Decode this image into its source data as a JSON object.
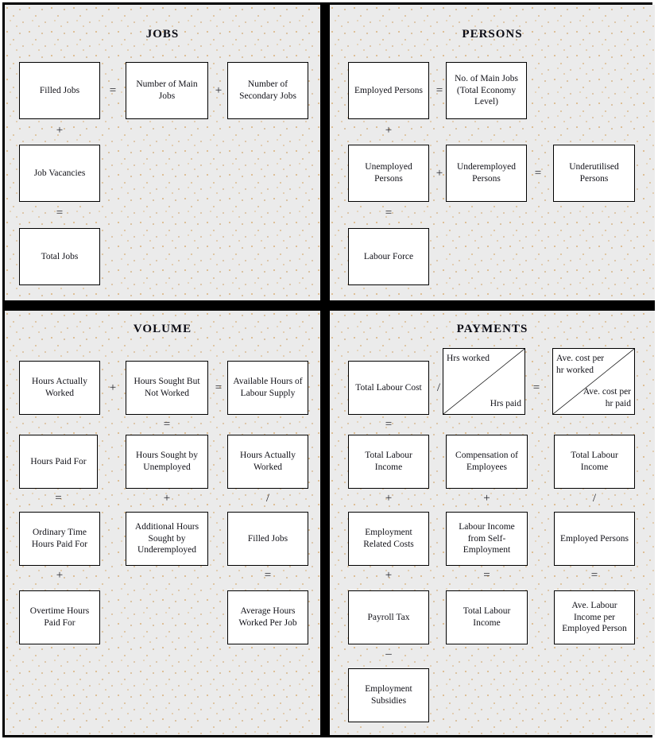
{
  "figure": {
    "type": "diagram",
    "style": {
      "background": "#ebebeb",
      "box_fill": "#ffffff",
      "line": "#000000",
      "dots": "#d8b07a"
    }
  },
  "quadrants": {
    "jobs": {
      "title": "JOBS",
      "boxes": [
        {
          "id": "filled-jobs",
          "label": "Filled Jobs"
        },
        {
          "id": "number-of-main-jobs",
          "label": "Number of Main Jobs"
        },
        {
          "id": "number-of-secondary-jobs",
          "label": "Number of Secondary Jobs"
        },
        {
          "id": "job-vacancies",
          "label": "Job Vacancies"
        },
        {
          "id": "total-jobs",
          "label": "Total Jobs"
        }
      ],
      "operators": [
        {
          "id": "eq-1",
          "symbol": "="
        },
        {
          "id": "plus-1",
          "symbol": "+"
        },
        {
          "id": "plus-2",
          "symbol": "+"
        },
        {
          "id": "eq-2",
          "symbol": "="
        }
      ]
    },
    "persons": {
      "title": "PERSONS",
      "boxes": [
        {
          "id": "employed-persons",
          "label": "Employed Persons"
        },
        {
          "id": "no-of-main-jobs-total-economy",
          "label": "No. of Main Jobs (Total Economy Level)"
        },
        {
          "id": "unemployed-persons",
          "label": "Unemployed Persons"
        },
        {
          "id": "underemployed-persons",
          "label": "Underemployed Persons"
        },
        {
          "id": "underutilised-persons",
          "label": "Underutilised Persons"
        },
        {
          "id": "labour-force",
          "label": "Labour Force"
        }
      ],
      "operators": [
        {
          "id": "eq-1",
          "symbol": "="
        },
        {
          "id": "plus-1",
          "symbol": "+"
        },
        {
          "id": "plus-2",
          "symbol": "+"
        },
        {
          "id": "eq-2",
          "symbol": "="
        },
        {
          "id": "eq-3",
          "symbol": "="
        }
      ]
    },
    "volume": {
      "title": "VOLUME",
      "boxes": [
        {
          "id": "hours-actually-worked",
          "label": "Hours Actually Worked"
        },
        {
          "id": "hours-sought-but-not-worked",
          "label": "Hours Sought But Not Worked"
        },
        {
          "id": "available-hours-of-labour-supply",
          "label": "Available Hours of Labour Supply"
        },
        {
          "id": "hours-paid-for",
          "label": "Hours Paid For"
        },
        {
          "id": "hours-sought-by-unemployed",
          "label": "Hours Sought by Unemployed"
        },
        {
          "id": "hours-actually-worked-2",
          "label": "Hours Actually Worked"
        },
        {
          "id": "ordinary-time-hours-paid-for",
          "label": "Ordinary Time Hours Paid For"
        },
        {
          "id": "additional-hours-sought-by-underemployed",
          "label": "Additional Hours Sought by Underemployed"
        },
        {
          "id": "filled-jobs",
          "label": "Filled Jobs"
        },
        {
          "id": "overtime-hours-paid-for",
          "label": "Overtime Hours Paid For"
        },
        {
          "id": "average-hours-worked-per-job",
          "label": "Average Hours Worked Per Job"
        }
      ],
      "operators": [
        {
          "id": "plus-1",
          "symbol": "+"
        },
        {
          "id": "eq-1",
          "symbol": "="
        },
        {
          "id": "eq-2",
          "symbol": "="
        },
        {
          "id": "eq-3",
          "symbol": "="
        },
        {
          "id": "plus-2",
          "symbol": "+"
        },
        {
          "id": "div-1",
          "symbol": "/"
        },
        {
          "id": "plus-3",
          "symbol": "+"
        },
        {
          "id": "eq-4",
          "symbol": "="
        }
      ]
    },
    "payments": {
      "title": "PAYMENTS",
      "boxes": [
        {
          "id": "total-labour-cost",
          "label": "Total Labour Cost"
        },
        {
          "id": "hrs-worked-hrs-paid",
          "label_top": "Hrs worked",
          "label_bottom": "Hrs paid",
          "split": true
        },
        {
          "id": "ave-cost-per-hr",
          "label_top": "Ave. cost per hr worked",
          "label_bottom": "Ave. cost per hr paid",
          "split": true
        },
        {
          "id": "total-labour-income-1",
          "label": "Total Labour Income"
        },
        {
          "id": "compensation-of-employees",
          "label": "Compensation of Employees"
        },
        {
          "id": "total-labour-income-2",
          "label": "Total Labour Income"
        },
        {
          "id": "employment-related-costs",
          "label": "Employment Related Costs"
        },
        {
          "id": "labour-income-from-self-employment",
          "label": "Labour Income from Self-Employment"
        },
        {
          "id": "employed-persons",
          "label": "Employed Persons"
        },
        {
          "id": "payroll-tax",
          "label": "Payroll Tax"
        },
        {
          "id": "total-labour-income-3",
          "label": "Total Labour Income"
        },
        {
          "id": "ave-labour-income-per-employed-person",
          "label": "Ave. Labour Income per Employed Person"
        },
        {
          "id": "employment-subsidies",
          "label": "Employment Subsidies"
        }
      ],
      "operators": [
        {
          "id": "div-1",
          "symbol": "/"
        },
        {
          "id": "eq-1",
          "symbol": "="
        },
        {
          "id": "eq-2",
          "symbol": "="
        },
        {
          "id": "plus-1",
          "symbol": "+"
        },
        {
          "id": "plus-2",
          "symbol": "+"
        },
        {
          "id": "div-2",
          "symbol": "/"
        },
        {
          "id": "plus-3",
          "symbol": "+"
        },
        {
          "id": "eq-3",
          "symbol": "="
        },
        {
          "id": "eq-4",
          "symbol": "="
        },
        {
          "id": "minus-1",
          "symbol": "–"
        }
      ]
    }
  }
}
